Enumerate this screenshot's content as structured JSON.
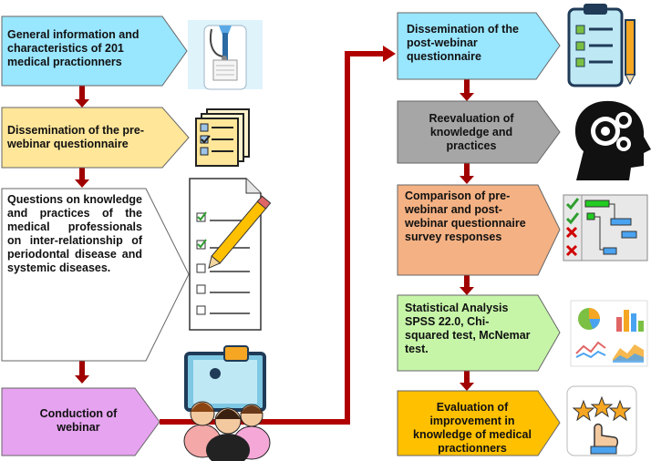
{
  "colors": {
    "arrow": "#c00000",
    "arrow_dark": "#8b0000",
    "box_stroke": "#555555",
    "blue": "#99e6ff",
    "yellow": "#ffe699",
    "white": "#ffffff",
    "pink": "#e6a3f0",
    "gray": "#a6a6a6",
    "salmon": "#f4b183",
    "green": "#c6f5a8",
    "orange": "#ffc000"
  },
  "left_column": {
    "step1": "General information and characteristics of 201 medical practionners",
    "step2": "Dissemination of the pre-webinar questionnaire",
    "step3": "Questions on knowledge and practices of the medical professionals on inter-relationship of periodontal disease and systemic diseases.",
    "step4": "Conduction of webinar"
  },
  "right_column": {
    "step5": "Dissemination of the post-webinar questionnaire",
    "step6": "Reevaluation of knowledge and practices",
    "step7": "Comparison of pre-webinar and post-webinar questionnaire survey responses",
    "step8": "Statistical Analysis SPSS 22.0, Chi-squared test, McNemar test.",
    "step9": "Evaluation of improvement in knowledge of medical practionners"
  },
  "icons": {
    "doctor": "doctor-icon",
    "papers": "questionnaire-stack-icon",
    "checklist": "checklist-pencil-icon",
    "webinar": "webinar-audience-icon",
    "clipboard": "clipboard-checklist-icon",
    "head": "head-gears-icon",
    "gantt": "comparison-chart-icon",
    "stats": "statistics-charts-icon",
    "rating": "star-rating-icon"
  }
}
